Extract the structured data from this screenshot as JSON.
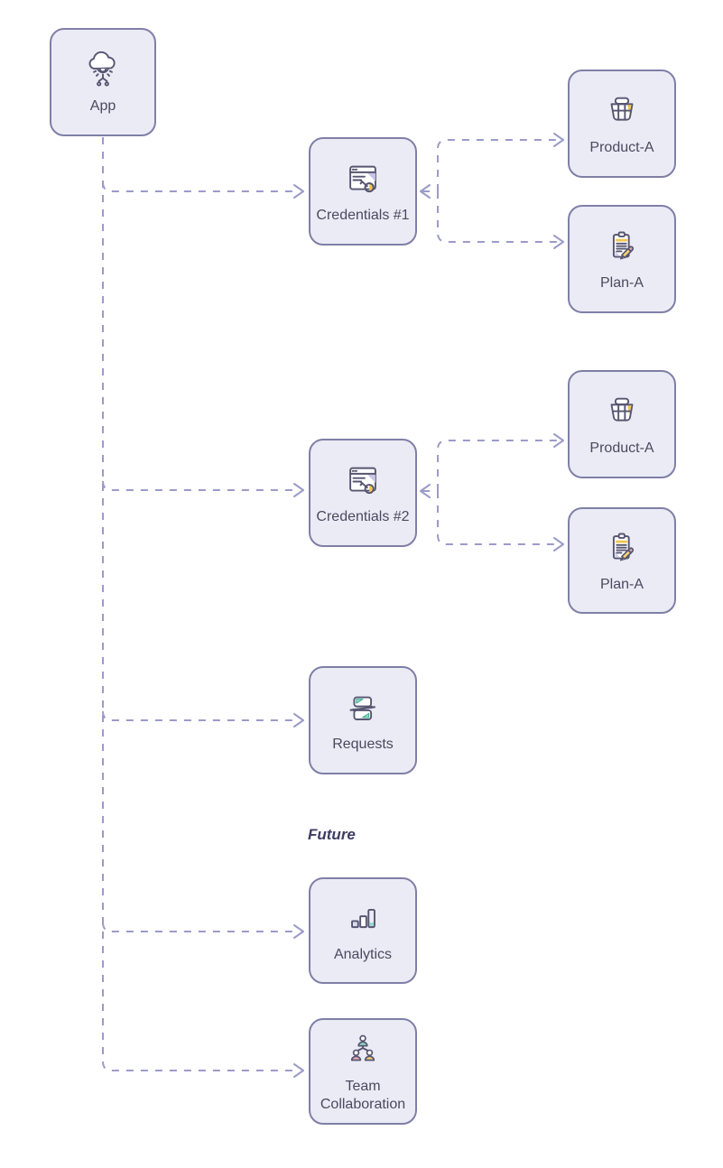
{
  "diagram": {
    "future_label": "Future",
    "nodes": {
      "app": {
        "label": "App",
        "icon": "cloud-gear-icon"
      },
      "credentials1": {
        "label": "Credentials #1",
        "icon": "browser-key-icon"
      },
      "credentials2": {
        "label": "Credentials #2",
        "icon": "browser-key-icon"
      },
      "product_a_1": {
        "label": "Product-A",
        "icon": "basket-icon"
      },
      "plan_a_1": {
        "label": "Plan-A",
        "icon": "clipboard-pencil-icon"
      },
      "product_a_2": {
        "label": "Product-A",
        "icon": "basket-icon"
      },
      "plan_a_2": {
        "label": "Plan-A",
        "icon": "clipboard-pencil-icon"
      },
      "requests": {
        "label": "Requests",
        "icon": "sync-icon"
      },
      "analytics": {
        "label": "Analytics",
        "icon": "bar-chart-icon"
      },
      "team": {
        "label": "Team Collaboration",
        "icon": "team-icon"
      }
    },
    "edges": [
      {
        "from": "App",
        "to": "Credentials #1",
        "style": "dashed-arrow"
      },
      {
        "from": "App",
        "to": "Credentials #2",
        "style": "dashed-arrow"
      },
      {
        "from": "App",
        "to": "Requests",
        "style": "dashed-arrow"
      },
      {
        "from": "App",
        "to": "Analytics",
        "style": "dashed-arrow"
      },
      {
        "from": "App",
        "to": "Team Collaboration",
        "style": "dashed-arrow"
      },
      {
        "from": "Credentials #1",
        "to": "Product-A",
        "style": "dashed-double-arrow"
      },
      {
        "from": "Credentials #1",
        "to": "Plan-A",
        "style": "dashed-double-arrow"
      },
      {
        "from": "Credentials #2",
        "to": "Product-A",
        "style": "dashed-double-arrow"
      },
      {
        "from": "Credentials #2",
        "to": "Plan-A",
        "style": "dashed-double-arrow"
      }
    ],
    "colors": {
      "background": "#ffffff",
      "node_fill": "#ebebf5",
      "node_border": "#7f7fa7",
      "connector": "#9b9bc9",
      "label_text": "#4a4a61",
      "future_text": "#3d3d63",
      "icon_stroke": "#565672",
      "accent_yellow": "#f0c64f",
      "accent_teal": "#5fc3ab",
      "accent_pink": "#f2a0ac",
      "accent_lavender": "#c6c6ea"
    }
  }
}
